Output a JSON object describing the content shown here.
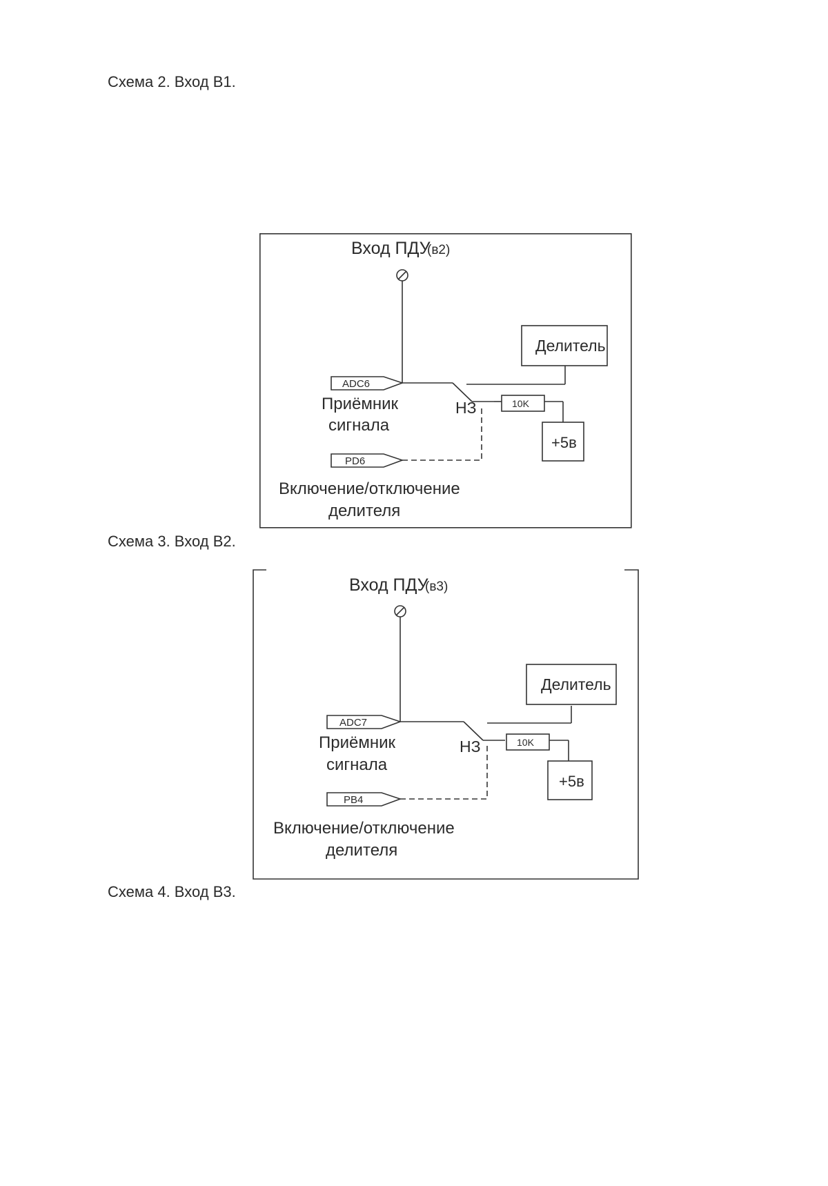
{
  "captions": {
    "scheme2": "Схема 2. Вход В1.",
    "scheme3": "Схема 3. Вход В2.",
    "scheme4": "Схема 4. Вход В3."
  },
  "diagrams": [
    {
      "input_label": "Вход ПДУ",
      "input_sub": "(в2)",
      "adc_label": "ADC6",
      "receiver_line1": "Приёмник",
      "receiver_line2": "сигнала",
      "nc_label": "НЗ",
      "resistor_label": "10K",
      "divider_label": "Делитель",
      "power_label": "+5в",
      "ctrl_pin_label": "PD6",
      "ctrl_line1": "Включение/отключение",
      "ctrl_line2": "делителя"
    },
    {
      "input_label": "Вход ПДУ",
      "input_sub": "(в3)",
      "adc_label": "ADC7",
      "receiver_line1": "Приёмник",
      "receiver_line2": "сигнала",
      "nc_label": "НЗ",
      "resistor_label": "10K",
      "divider_label": "Делитель",
      "power_label": "+5в",
      "ctrl_pin_label": "PB4",
      "ctrl_line1": "Включение/отключение",
      "ctrl_line2": "делителя"
    }
  ]
}
